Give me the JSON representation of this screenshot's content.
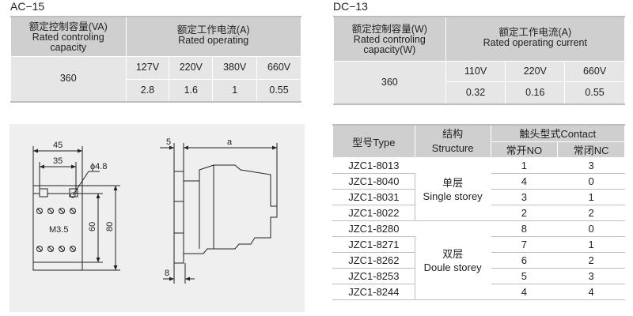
{
  "ac": {
    "title": "AC−15",
    "cap_cn": "额定控制容量(VA)",
    "cap_en1": "Rated controling",
    "cap_en2": "capacity",
    "cur_cn": "额定工作电流(A)",
    "cur_en": "Rated operating",
    "voltages": [
      "127V",
      "220V",
      "380V",
      "660V"
    ],
    "capacity": "360",
    "currents": [
      "2.8",
      "1.6",
      "1",
      "0.55"
    ]
  },
  "dc": {
    "title": "DC−13",
    "cap_cn": "额定控制容量(W)",
    "cap_en1": "Rated controling",
    "cap_en2": "capacity(W)",
    "cur_cn": "额定工作电流(A)",
    "cur_en": "Rated operating current",
    "voltages": [
      "110V",
      "220V",
      "660V"
    ],
    "capacity": "360",
    "currents": [
      "0.32",
      "0.16",
      "0.55"
    ]
  },
  "drawing": {
    "dims": {
      "w45": "45",
      "w35": "35",
      "hole": "ϕ4.8",
      "screw": "M3.5",
      "h60": "60",
      "h80": "80",
      "d5": "5",
      "da": "a",
      "d8": "8"
    }
  },
  "models": {
    "header": {
      "type": "型号Type",
      "structure_cn": "结构",
      "structure_en": "Structure",
      "contact": "触头型式Contact",
      "no": "常开NO",
      "nc": "常闭NC"
    },
    "groups": [
      {
        "label_cn": "单层",
        "label_en": "Single storey",
        "rows": [
          {
            "model": "JZC1-8013",
            "no": "1",
            "nc": "3"
          },
          {
            "model": "JZC1-8040",
            "no": "4",
            "nc": "0"
          },
          {
            "model": "JZC1-8031",
            "no": "3",
            "nc": "1"
          },
          {
            "model": "JZC1-8022",
            "no": "2",
            "nc": "2"
          }
        ]
      },
      {
        "label_cn": "双层",
        "label_en": "Doule storey",
        "rows": [
          {
            "model": "JZC1-8280",
            "no": "8",
            "nc": "0"
          },
          {
            "model": "JZC1-8271",
            "no": "7",
            "nc": "1"
          },
          {
            "model": "JZC1-8262",
            "no": "6",
            "nc": "2"
          },
          {
            "model": "JZC1-8253",
            "no": "5",
            "nc": "3"
          },
          {
            "model": "JZC1-8244",
            "no": "4",
            "nc": "4"
          }
        ]
      }
    ]
  }
}
